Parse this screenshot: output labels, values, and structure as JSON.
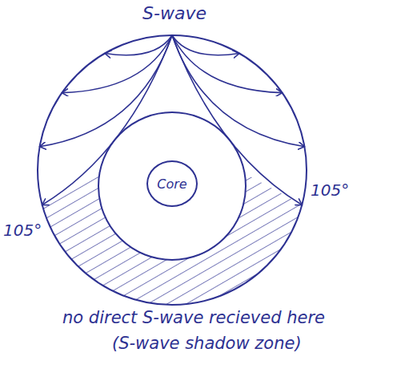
{
  "diagram": {
    "nodes": [
      {
        "text": [
          "Core"
        ]
      }
    ],
    "labels": [
      "S-wave",
      "105°",
      "105°",
      "no direct S-wave recieved here",
      "(S-wave shadow zone)"
    ]
  }
}
